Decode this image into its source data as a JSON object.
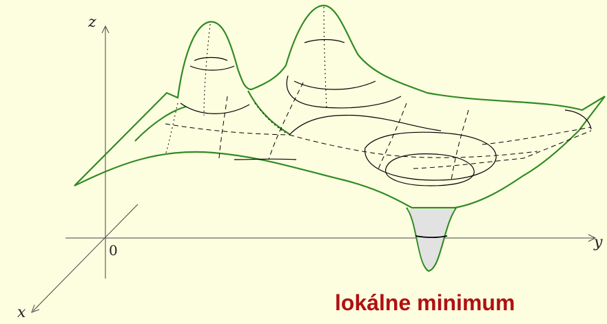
{
  "axes": {
    "x_label": "x",
    "y_label": "y",
    "z_label": "z",
    "origin_label": "0"
  },
  "caption": "lokálne minimum",
  "colors": {
    "background": "#fdfde0",
    "surface_outline": "#2e8b22",
    "contour": "#000000",
    "minimum_fill": "#e2e2e2",
    "caption": "#b01010"
  }
}
